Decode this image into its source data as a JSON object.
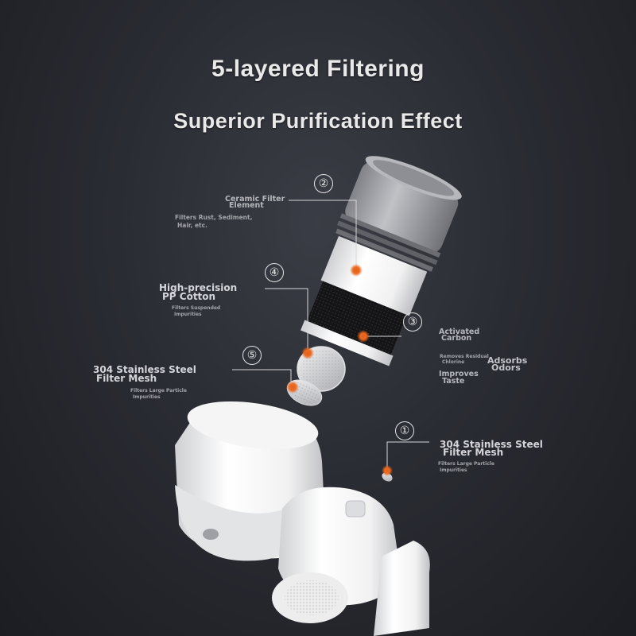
{
  "headline": "5-layered Filtering",
  "subheadline": "Superior Purification Effect",
  "layers": [
    {
      "number": "①",
      "title_line1": "304 Stainless Steel",
      "title_line2": "Filter Mesh",
      "desc_line1": "Filters Large Particle",
      "desc_line2": "Impurities"
    },
    {
      "number": "②",
      "title_line1": "Ceramic Filter",
      "title_line2": "Element",
      "desc_line1": "Filters Rust, Sediment,",
      "desc_line2": "Hair, etc."
    },
    {
      "number": "③",
      "title_line1": "Activated",
      "title_line2": "Carbon",
      "desc_line1": "Removes Residual",
      "desc_line2": "Chlorine",
      "extra_line1": "Adsorbs",
      "extra_line2": "Odors",
      "extra_line3": "Improves",
      "extra_line4": "Taste"
    },
    {
      "number": "④",
      "title_line1": "High-precision",
      "title_line2": "PP Cotton",
      "desc_line1": "Filters Suspended",
      "desc_line2": "Impurities"
    },
    {
      "number": "⑤",
      "title_line1": "304 Stainless Steel",
      "title_line2": "Filter Mesh",
      "desc_line1": "Filters Large Particle",
      "desc_line2": "Impurities"
    }
  ],
  "colors": {
    "background": "#2a2c33",
    "accent": "#e8641a",
    "text": "#e9e9ea"
  }
}
